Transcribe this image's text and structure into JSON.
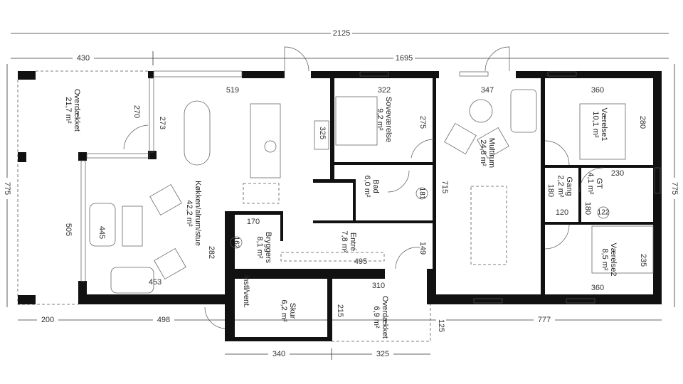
{
  "rooms": [
    {
      "name": "Overdækket",
      "area": "21,7 m²"
    },
    {
      "name": "Køkken/alrum/stue",
      "area": "42,2 m²"
    },
    {
      "name": "Soveværelse",
      "area": "9,2 m²"
    },
    {
      "name": "Bad",
      "area": "6,0 m²"
    },
    {
      "name": "Multirum",
      "area": "24,8 m²"
    },
    {
      "name": "Værelse1",
      "area": "10,1 m²"
    },
    {
      "name": "Gang",
      "area": "2,2 m²"
    },
    {
      "name": "GT",
      "area": "4,1 m²"
    },
    {
      "name": "Værelse2",
      "area": "8,5 m²"
    },
    {
      "name": "Bryggers",
      "area": "8,1 m²"
    },
    {
      "name": "Entré",
      "area": "7,8 m²"
    },
    {
      "name": "Skur",
      "area": "6,2 m²"
    },
    {
      "name": "Overdækket",
      "area": "6,9 m²"
    },
    {
      "name": "instl/vent.",
      "area": ""
    }
  ],
  "dimensions": {
    "outer": [
      "2125",
      "430",
      "1695",
      "775",
      "775",
      "200",
      "498",
      "777",
      "340",
      "325",
      "125"
    ],
    "inner": [
      "519",
      "322",
      "347",
      "360",
      "270",
      "273",
      "275",
      "280",
      "325",
      "715",
      "505",
      "445",
      "282",
      "453",
      "170",
      "495",
      "149",
      "310",
      "215",
      "230",
      "180",
      "180",
      "120",
      "235",
      "360"
    ]
  },
  "tags": [
    "181",
    "162",
    "122"
  ]
}
